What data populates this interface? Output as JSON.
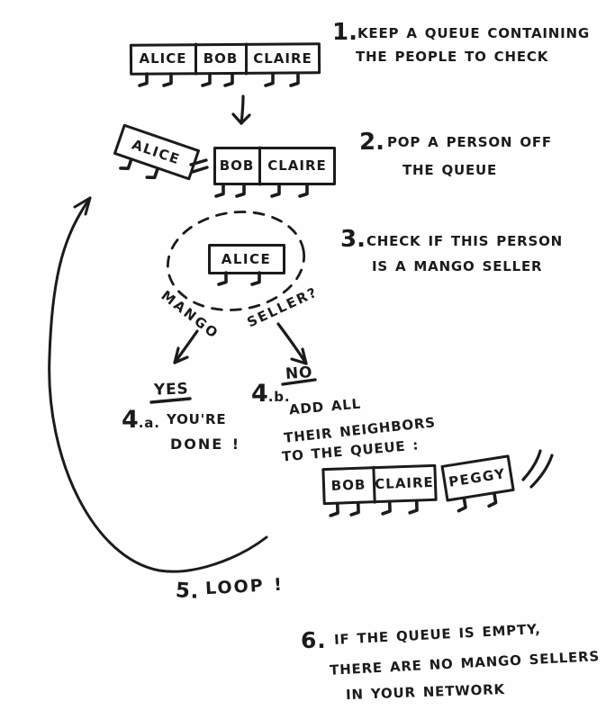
{
  "colors": {
    "ink": "#1b1b1b",
    "paper": "#fefefe"
  },
  "steps": {
    "s1": {
      "num": "1.",
      "line1": "KEEP A QUEUE CONTAINING",
      "line2": "THE PEOPLE TO CHECK"
    },
    "s2": {
      "num": "2.",
      "line1": "POP A PERSON OFF",
      "line2": "THE QUEUE"
    },
    "s3": {
      "num": "3.",
      "line1": "CHECK IF THIS PERSON",
      "line2": "IS A MANGO SELLER"
    },
    "s4a": {
      "arrow_label": "YES",
      "num": "4",
      "sub": ".a.",
      "line1": "YOU'RE",
      "line2": "DONE !"
    },
    "s4b": {
      "arrow_label": "NO",
      "num": "4",
      "sub": ".b.",
      "line1": "ADD ALL",
      "line2": "THEIR NEIGHBORS",
      "line3": "TO THE QUEUE :"
    },
    "s5": {
      "num": "5.",
      "label": "LOOP !"
    },
    "s6": {
      "num": "6.",
      "line1": "IF THE QUEUE IS EMPTY,",
      "line2": "THERE ARE NO MANGO SELLERS",
      "line3": "IN YOUR NETWORK"
    }
  },
  "queue_initial": {
    "cells": [
      "ALICE",
      "BOB",
      "CLAIRE"
    ]
  },
  "pop": {
    "popped": "ALICE",
    "remaining": [
      "BOB",
      "CLAIRE"
    ]
  },
  "check": {
    "person": "ALICE",
    "question_word1": "MANGO",
    "question_word2": "SELLER?"
  },
  "add_neighbors": {
    "queue": [
      "BOB",
      "CLAIRE"
    ],
    "added": "PEGGY"
  }
}
